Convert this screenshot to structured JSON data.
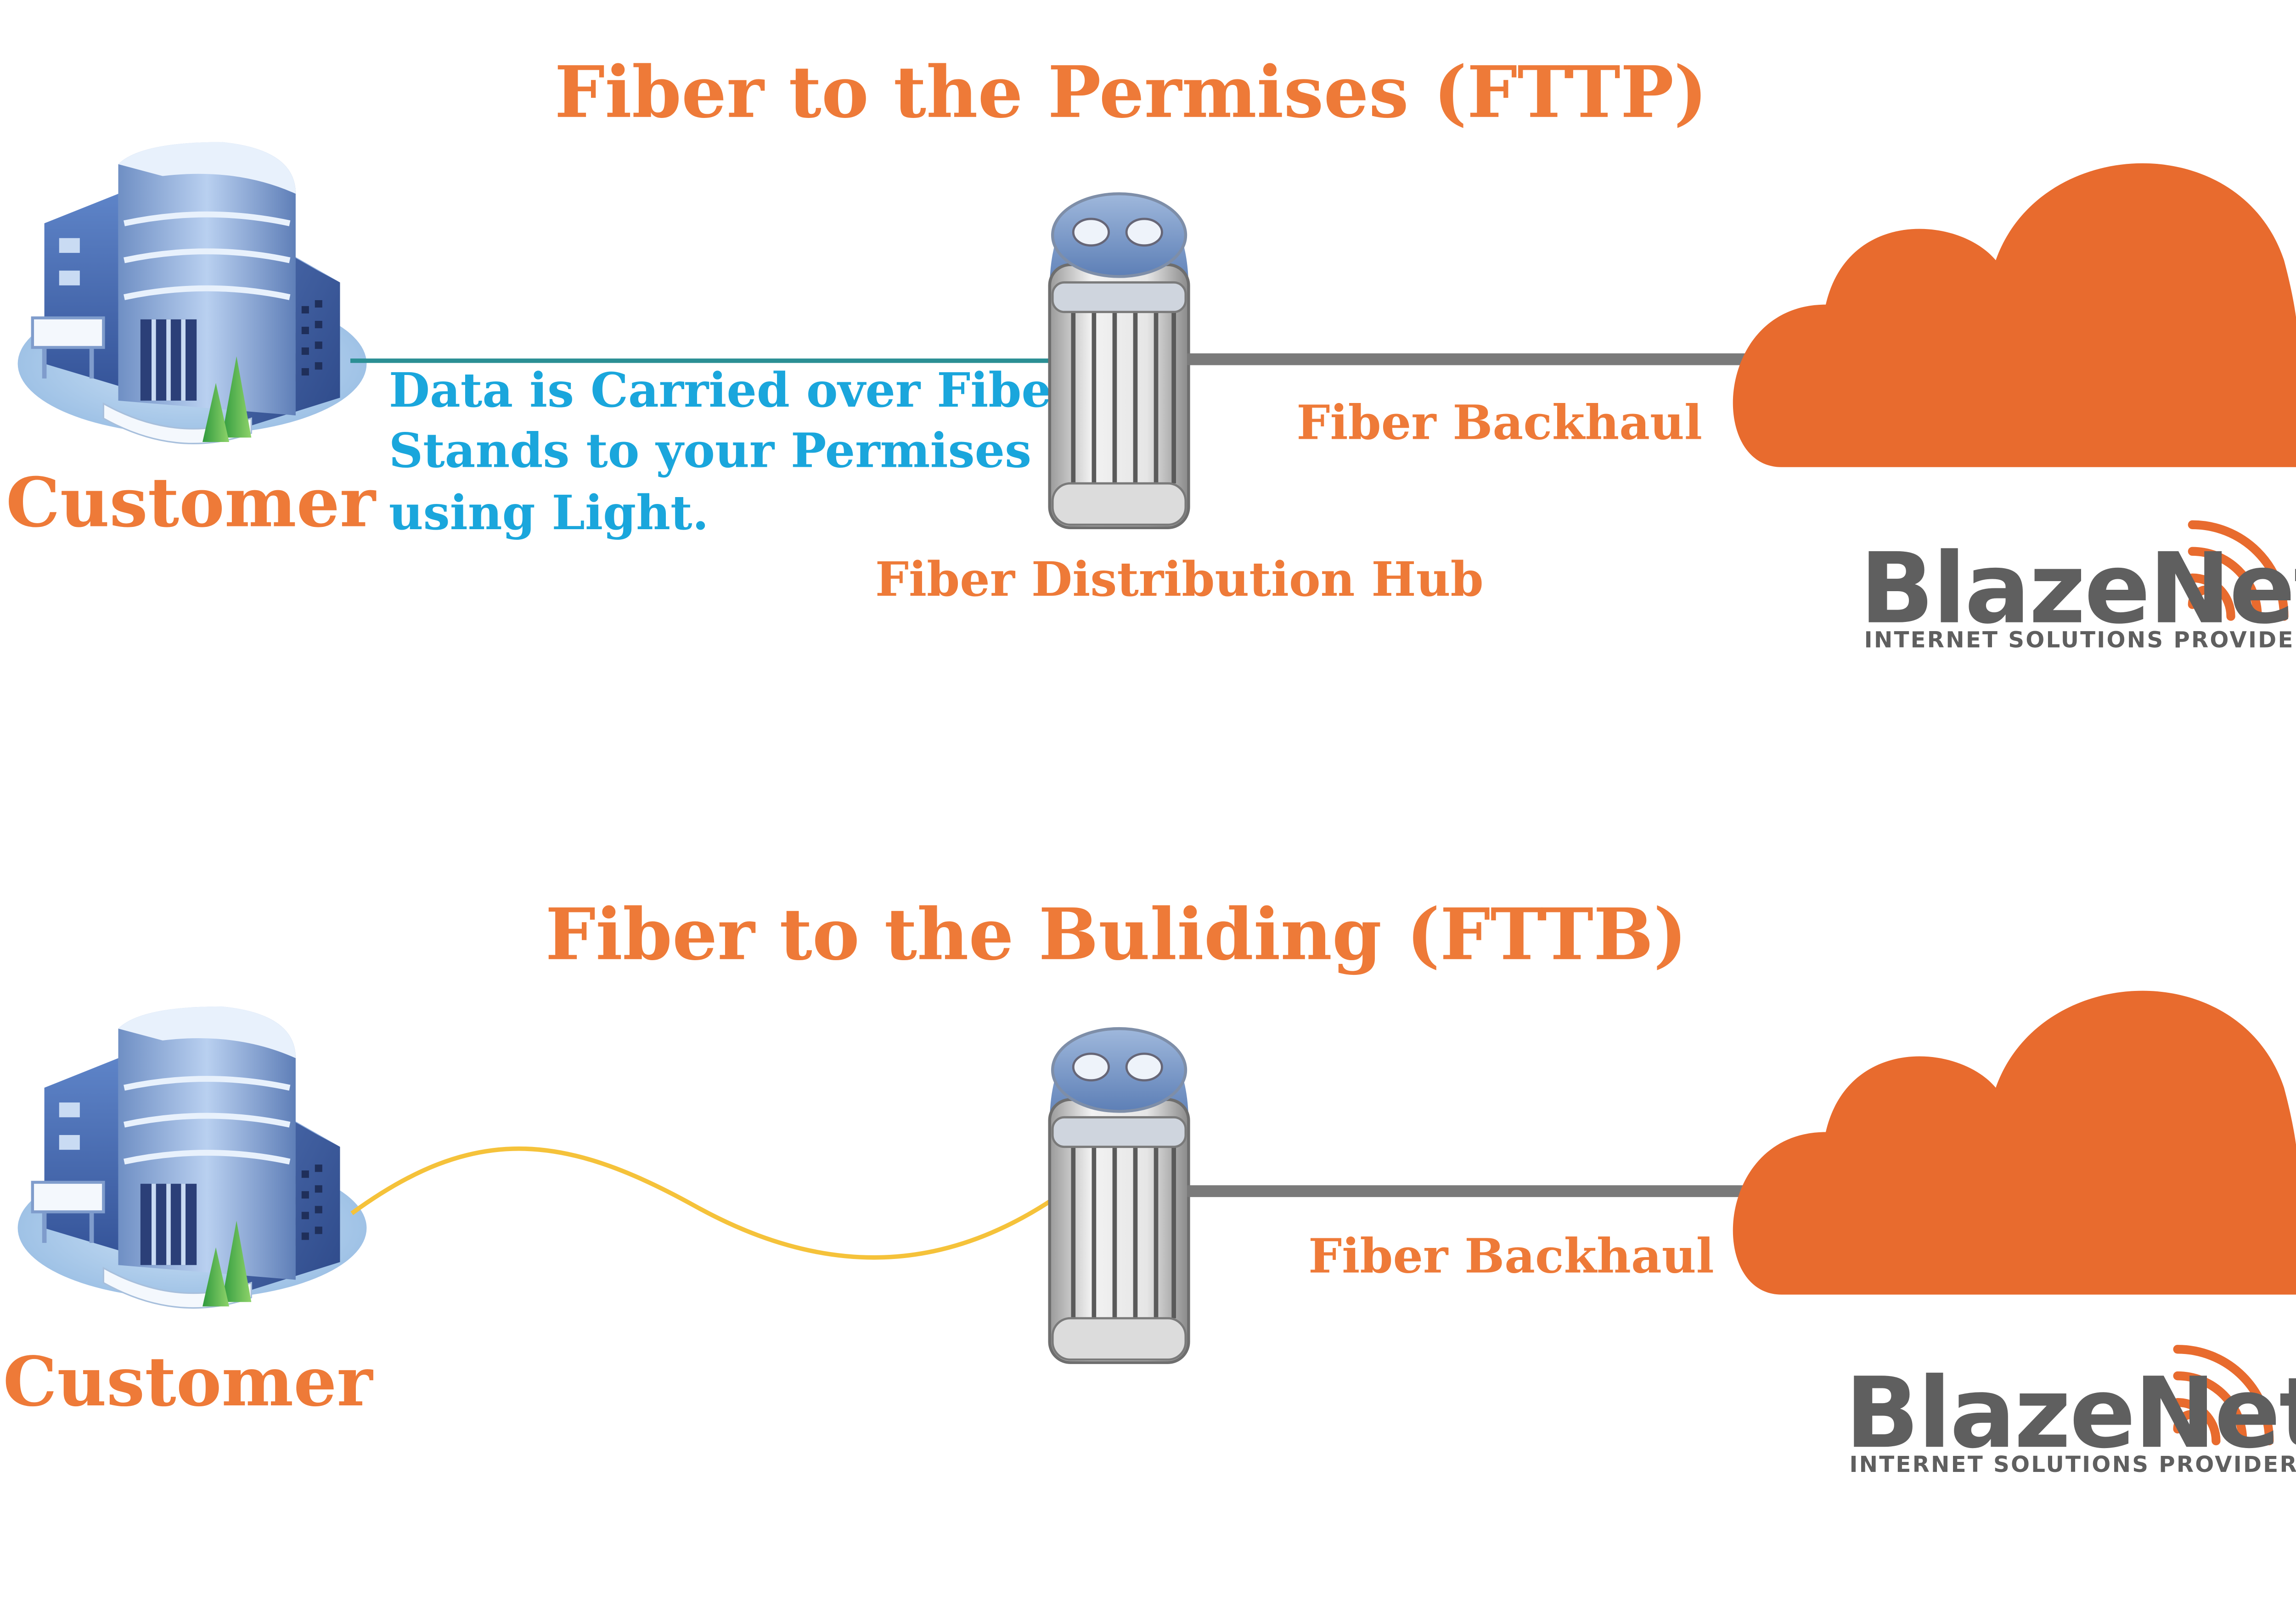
{
  "colors": {
    "accent_orange": "#ee7a38",
    "cloud_orange": "#e86b2e",
    "caption_blue": "#1aa6dc",
    "fiber_teal": "#2b8f94",
    "fiber_yellow": "#f5c23a",
    "backhaul_gray": "#7a7a7a",
    "logo_gray": "#5f5f5f"
  },
  "fttp": {
    "title": "Fiber to the Permises  (FTTP)",
    "customer_label": "Customer",
    "caption_lines": [
      "Data is Carried over Fiber",
      "Stands to your Permises",
      "using Light."
    ],
    "hub_label": "Fiber Distribution Hub",
    "backhaul_label": "Fiber Backhaul",
    "logo": {
      "name_part1": "Blaze",
      "name_part2": "Net",
      "tagline": "INTERNET SOLUTIONS PROVIDER"
    }
  },
  "fttb": {
    "title": "Fiber to the Buliding  (FTTB)",
    "customer_label": "Customer",
    "backhaul_label": "Fiber Backhaul",
    "logo": {
      "name_part1": "Blaze",
      "name_part2": "Net",
      "tagline": "INTERNET SOLUTIONS PROVIDER"
    }
  }
}
